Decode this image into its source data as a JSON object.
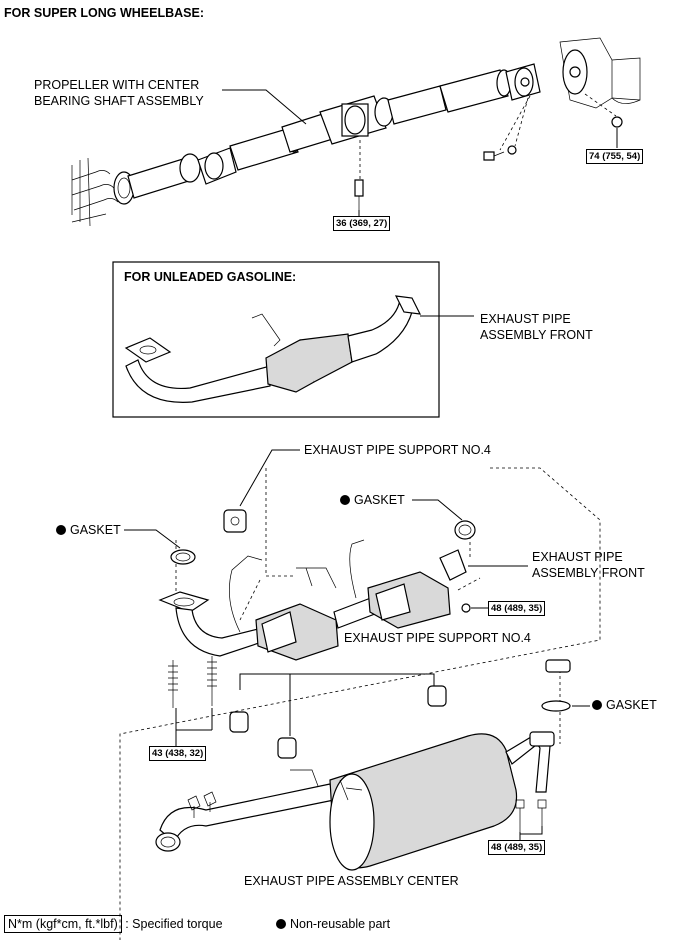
{
  "section_title": "FOR SUPER LONG WHEELBASE:",
  "propeller_label_line1": "PROPELLER WITH CENTER",
  "propeller_label_line2": "BEARING SHAFT ASSEMBLY",
  "torque_74": "74 (755, 54)",
  "torque_36": "36 (369, 27)",
  "unleaded_title": "FOR UNLEADED GASOLINE:",
  "exhaust_front_inset_line1": "EXHAUST PIPE",
  "exhaust_front_inset_line2": "ASSEMBLY FRONT",
  "support_no4_top": "EXHAUST PIPE SUPPORT NO.4",
  "gasket_upper_right": "GASKET",
  "gasket_left": "GASKET",
  "exhaust_front_main_line1": "EXHAUST PIPE",
  "exhaust_front_main_line2": "ASSEMBLY FRONT",
  "torque_48_upper": "48 (489, 35)",
  "support_no4_mid": "EXHAUST PIPE SUPPORT NO.4",
  "gasket_lower_right": "GASKET",
  "torque_43": "43 (438, 32)",
  "torque_48_lower": "48 (489, 35)",
  "exhaust_center_label": "EXHAUST PIPE ASSEMBLY CENTER",
  "legend_torque_box": "N*m (kgf*cm, ft.*lbf)",
  "legend_torque_text": ": Specified torque",
  "legend_nonreusable": "Non-reusable part"
}
